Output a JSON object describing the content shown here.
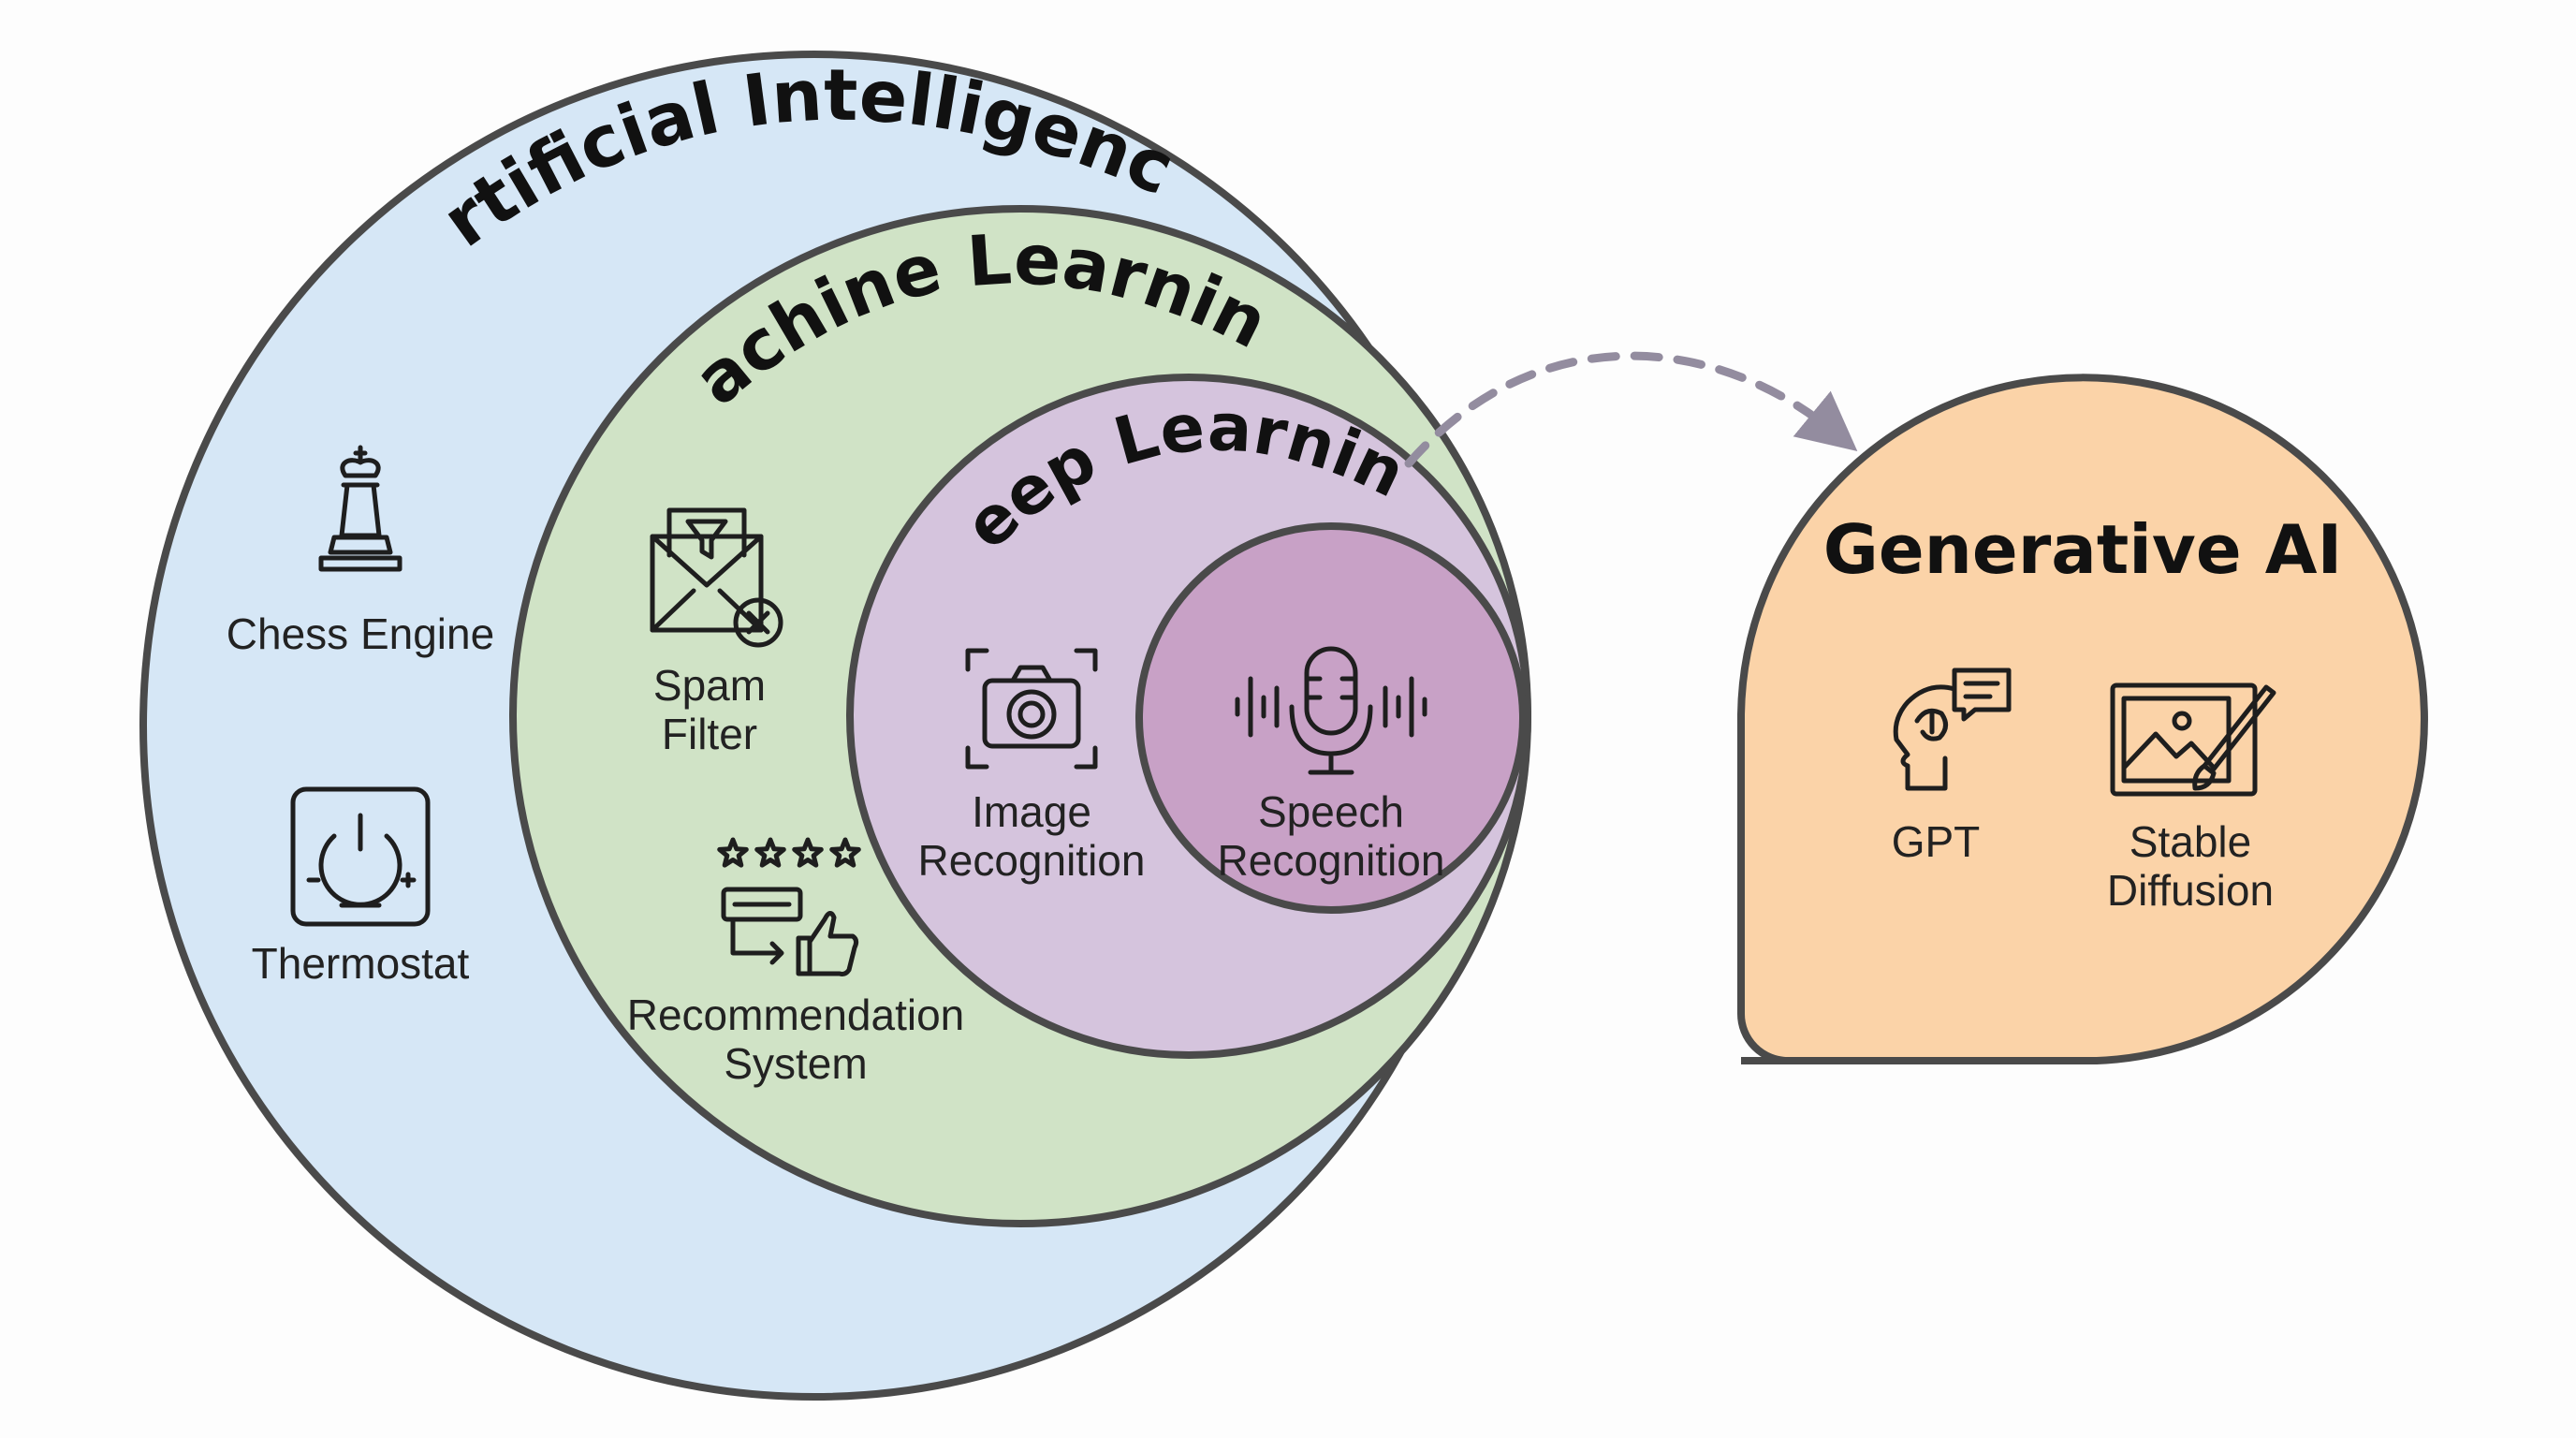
{
  "colors": {
    "ai_fill": "#d6e7f6",
    "ml_fill": "#d0e3c6",
    "dl_fill": "#d5c4dd",
    "speech_fill": "#c8a1c6",
    "gen_fill": "#fbd3a8",
    "outline": "#4a4a4a",
    "arrow": "#938c9f"
  },
  "circles": {
    "ai": {
      "title": "Artificial Intelligence"
    },
    "ml": {
      "title": "Machine Learning"
    },
    "dl": {
      "title": "Deep Learning"
    }
  },
  "examples": {
    "chess": {
      "label": "Chess Engine",
      "icon": "chess-king-icon"
    },
    "thermostat": {
      "label": "Thermostat",
      "icon": "thermostat-icon"
    },
    "spam": {
      "line1": "Spam",
      "line2": "Filter",
      "icon": "envelope-filter-icon"
    },
    "recommendation": {
      "line1": "Recommendation",
      "line2": "System",
      "icon": "rating-thumbs-up-icon"
    },
    "image": {
      "line1": "Image",
      "line2": "Recognition",
      "icon": "camera-icon"
    },
    "speech": {
      "line1": "Speech",
      "line2": "Recognition",
      "icon": "microphone-icon"
    }
  },
  "generative": {
    "title": "Generative AI",
    "gpt": {
      "label": "GPT",
      "icon": "head-chat-icon"
    },
    "diffusion": {
      "line1": "Stable",
      "line2": "Diffusion",
      "icon": "image-brush-icon"
    }
  }
}
